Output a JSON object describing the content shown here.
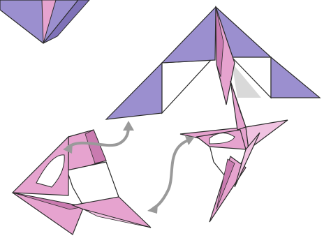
{
  "colors": {
    "background": "#ffffff",
    "lavender": "#9b8fcf",
    "lavender_dark": "#7f72b8",
    "pink": "#e6a3cf",
    "pink_light": "#f0c3e1",
    "pink_dark": "#c97bb0",
    "white_face": "#ffffff",
    "shadow": "#d9d9d9",
    "outline": "#2a2a2a",
    "arrow": "#9a9a9a"
  },
  "icons": {
    "module_top_left": "partial-lavender-pyramid",
    "module_top_right": "lavender-pyramid-unit",
    "module_right": "pink-star-unit",
    "module_bottom_left": "pink-arrowhead-unit",
    "connectors": "double-headed-curved-arrow"
  }
}
